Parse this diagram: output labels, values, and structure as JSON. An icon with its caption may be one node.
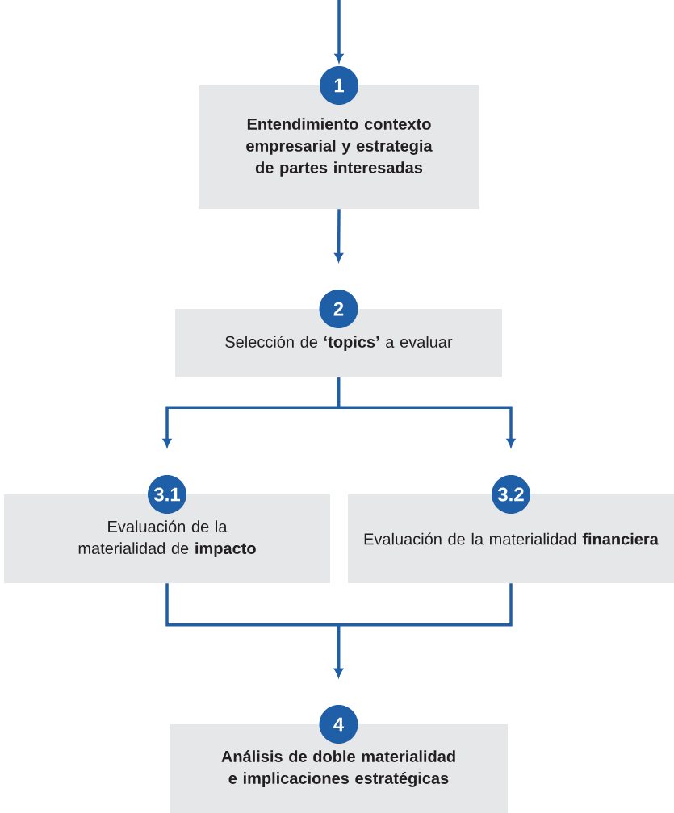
{
  "diagram": {
    "nodes": [
      {
        "text": [
          "1",
          "Entendimiento contexto empresarial y estrategia de partes interesadas"
        ]
      },
      {
        "text": [
          "2",
          "Selección de **‘topics’** a evaluar"
        ]
      },
      {
        "text": [
          "3.1",
          "Evaluación de la materialidad de **impacto**"
        ]
      },
      {
        "text": [
          "3.2",
          "Evaluación de la materialidad **financiera**"
        ]
      },
      {
        "text": [
          "4",
          "Análisis de doble materialidad e implicaciones estratégicas"
        ]
      }
    ],
    "edges": [
      {
        "from": null,
        "to": 0,
        "arrow": "to"
      },
      {
        "from": 0,
        "to": 1,
        "arrow": "to"
      },
      {
        "from": 1,
        "to": 2,
        "arrow": "to"
      },
      {
        "from": 1,
        "to": 3,
        "arrow": "to"
      },
      {
        "from": 2,
        "to": 4,
        "arrow": "to"
      },
      {
        "from": 3,
        "to": 4,
        "arrow": "to"
      }
    ]
  }
}
